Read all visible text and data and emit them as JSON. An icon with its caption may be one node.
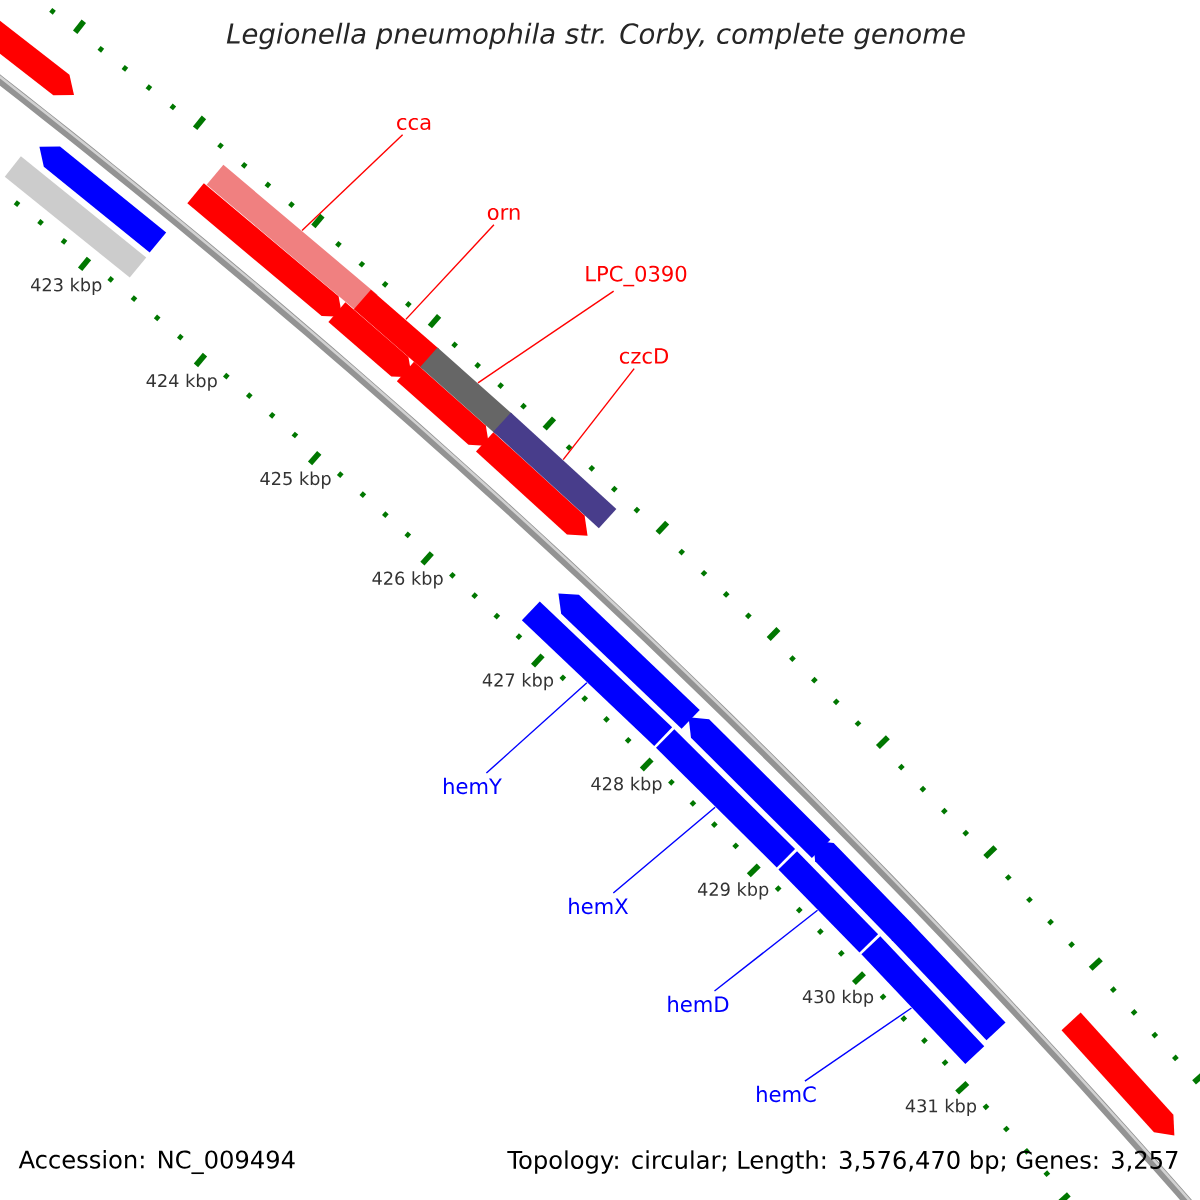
{
  "diagram": {
    "title": "*Legionella pneumophila* str. Corby, complete genome",
    "nodes": [
      {
        "text": [
          "cca"
        ]
      },
      {
        "text": [
          "orn"
        ]
      },
      {
        "text": [
          "LPC_0390"
        ]
      },
      {
        "text": [
          "czcD"
        ]
      },
      {
        "text": [
          "hemY"
        ]
      },
      {
        "text": [
          "hemX"
        ]
      },
      {
        "text": [
          "hemD"
        ]
      },
      {
        "text": [
          "hemC"
        ]
      },
      {
        "text": [],
        "shape": "bar"
      },
      {
        "text": [],
        "shape": "bar"
      },
      {
        "text": [],
        "shape": "bar"
      },
      {
        "text": [],
        "shape": "bar"
      },
      {
        "text": [],
        "shape": "bar"
      },
      {
        "text": [],
        "shape": "bar"
      },
      {
        "text": [],
        "shape": "bar"
      },
      {
        "text": [],
        "shape": "bar"
      }
    ],
    "edges": [
      {
        "from": 0,
        "to": 8,
        "arrow": "none",
        "color": "#ff0000"
      },
      {
        "from": 1,
        "to": 9,
        "arrow": "none",
        "color": "#ff0000"
      },
      {
        "from": 2,
        "to": 10,
        "arrow": "none",
        "color": "#ff0000"
      },
      {
        "from": 3,
        "to": 11,
        "arrow": "none",
        "color": "#ff0000"
      },
      {
        "from": 4,
        "to": 12,
        "arrow": "none",
        "color": "#0000ff"
      },
      {
        "from": 5,
        "to": 13,
        "arrow": "none",
        "color": "#0000ff"
      },
      {
        "from": 6,
        "to": 14,
        "arrow": "none",
        "color": "#0000ff"
      },
      {
        "from": 7,
        "to": 15,
        "arrow": "none",
        "color": "#0000ff"
      }
    ],
    "labels": [
      "423 kbp",
      "424 kbp",
      "425 kbp",
      "426 kbp",
      "427 kbp",
      "428 kbp",
      "429 kbp",
      "430 kbp",
      "431 kbp",
      "Accession: NC_009494",
      "Topology: circular; Length: 3,576,470 bp; Genes: 3,257"
    ]
  }
}
